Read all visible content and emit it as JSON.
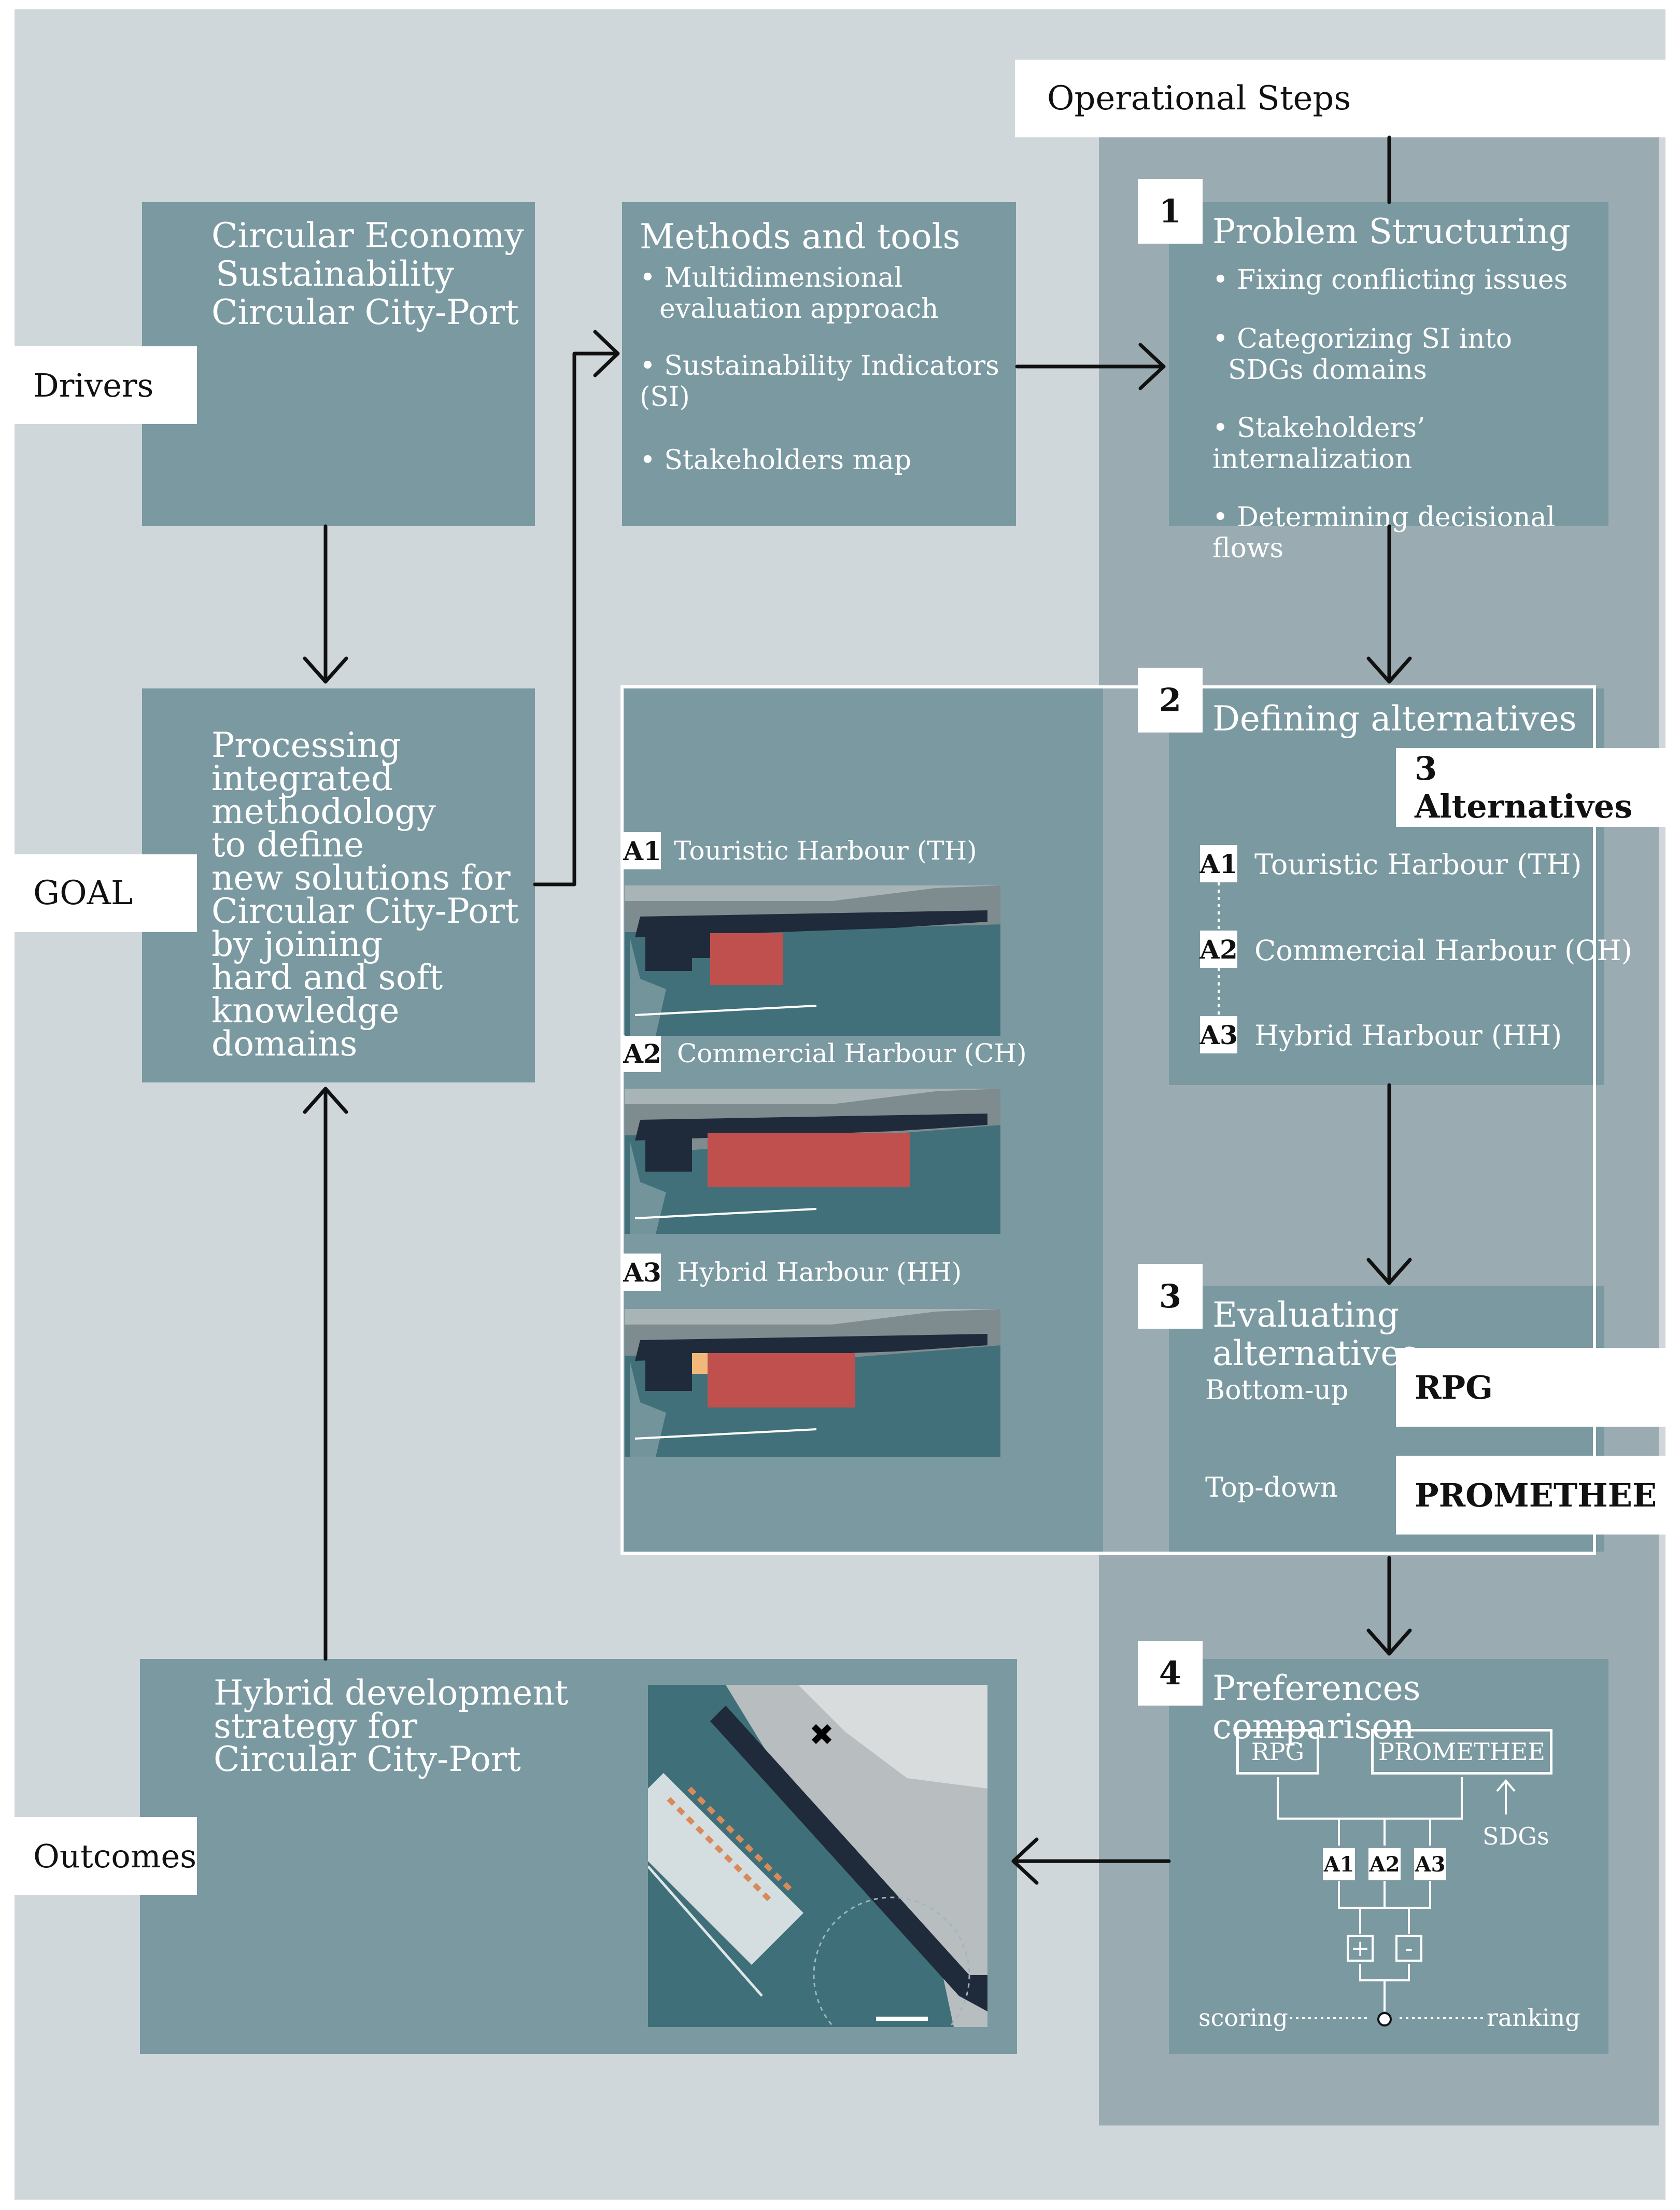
{
  "operational_steps_label": "Operational Steps",
  "drivers": {
    "label": "Drivers",
    "lines": [
      "Circular Economy",
      "Sustainability",
      "Circular City-Port"
    ]
  },
  "methods": {
    "title": "Methods and tools",
    "items": [
      "Multidimensional",
      "evaluation approach",
      "Sustainability Indicators (SI)",
      "Stakeholders map"
    ]
  },
  "step1": {
    "num": "1",
    "title": "Problem Structuring",
    "items": [
      "Fixing conflicting issues",
      "Categorizing SI into",
      "SDGs domains",
      "Stakeholders’ internalization",
      "Determining decisional flows"
    ]
  },
  "goal": {
    "label": "GOAL",
    "lines": [
      "Processing",
      "integrated",
      "methodology",
      "to define",
      "new solutions for",
      "Circular City-Port",
      "by joining",
      "hard and soft",
      "knowledge domains"
    ]
  },
  "step2": {
    "num": "2",
    "title": "Defining alternatives",
    "count_label": "3 Alternatives",
    "alternatives": [
      {
        "code": "A1",
        "name": "Touristic Harbour (TH)"
      },
      {
        "code": "A2",
        "name": "Commercial Harbour (CH)"
      },
      {
        "code": "A3",
        "name": "Hybrid Harbour (HH)"
      }
    ]
  },
  "step3": {
    "num": "3",
    "title": "Evaluating alternatives",
    "rows": [
      {
        "label": "Bottom-up",
        "method": "RPG"
      },
      {
        "label": "Top-down",
        "method": "PROMETHEE"
      }
    ]
  },
  "step4": {
    "num": "4",
    "title": "Preferences comparison",
    "box_rpg": "RPG",
    "box_promethee": "PROMETHEE",
    "sdgs": "SDGs",
    "a1": "A1",
    "a2": "A2",
    "a3": "A3",
    "plus": "+",
    "minus": "-",
    "scoring": "scoring",
    "ranking": "ranking"
  },
  "outcomes": {
    "label": "Outcomes",
    "lines": [
      "Hybrid development",
      "strategy for",
      "Circular City-Port"
    ]
  },
  "colors": {
    "canvas": "#cfd7da",
    "column": "#9aacb2",
    "box": "#7b99a0",
    "map_water": "#42707a",
    "map_red": "#c0504d",
    "map_dark": "#1f2b3a"
  }
}
